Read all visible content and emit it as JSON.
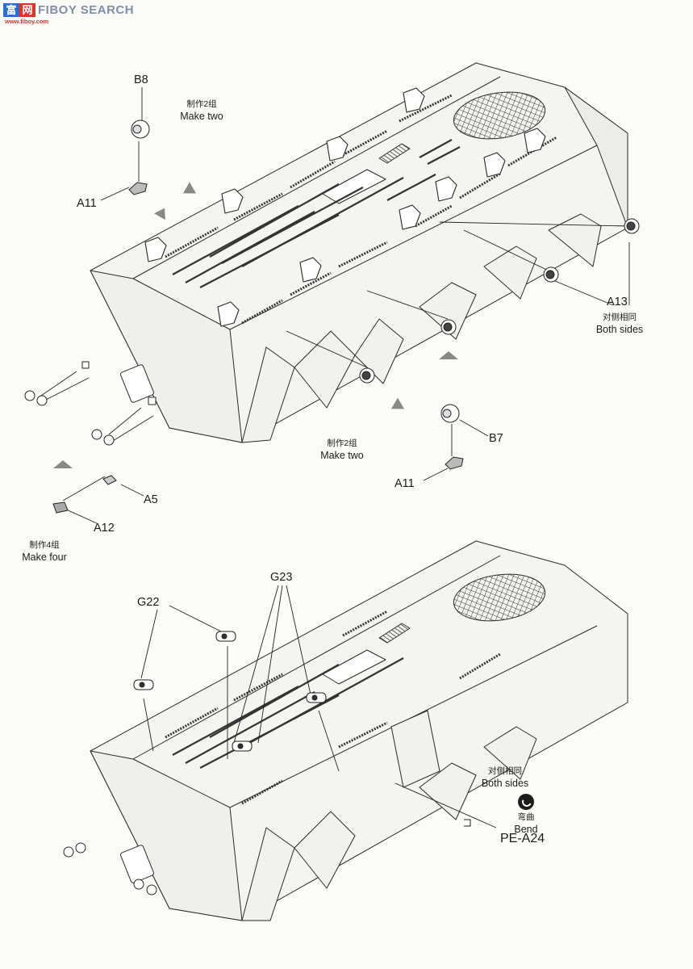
{
  "watermark": {
    "logo_left": "富",
    "logo_right": "网",
    "text": "FIBOY SEARCH",
    "subtext": "www.fiboy.com"
  },
  "labels": {
    "B8": "B8",
    "A11_top": "A11",
    "A13": "A13",
    "B7": "B7",
    "A11_mid": "A11",
    "A5": "A5",
    "A12": "A12",
    "G22": "G22",
    "G23": "G23",
    "PE_A24": "PE-A24"
  },
  "notes": {
    "make_two_top": {
      "cn": "制作2组",
      "en": "Make two"
    },
    "both_sides_top": {
      "cn": "对侧相同",
      "en": "Both sides"
    },
    "make_two_mid": {
      "cn": "制作2组",
      "en": "Make two"
    },
    "make_four": {
      "cn": "制作4组",
      "en": "Make four"
    },
    "both_sides_bottom": {
      "cn": "对侧相同",
      "en": "Both sides"
    },
    "bend": {
      "cn": "弯曲",
      "en": "Bend"
    }
  }
}
